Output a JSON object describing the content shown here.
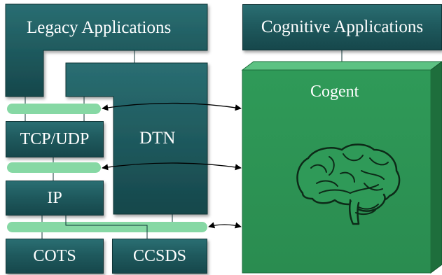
{
  "diagram": {
    "legacy_applications": "Legacy Applications",
    "cognitive_applications": "Cognitive Applications",
    "cogent": "Cogent",
    "dtn": "DTN",
    "tcp_udp": "TCP/UDP",
    "ip": "IP",
    "cots": "COTS",
    "ccsds": "CCSDS",
    "icons": {
      "brain": "brain-icon"
    },
    "colors": {
      "teal_box": "#1f5a5e",
      "cogent_green": "#2f9a58",
      "cogent_dark": "#1e6e3c",
      "bus_green": "#86d8a4"
    }
  }
}
